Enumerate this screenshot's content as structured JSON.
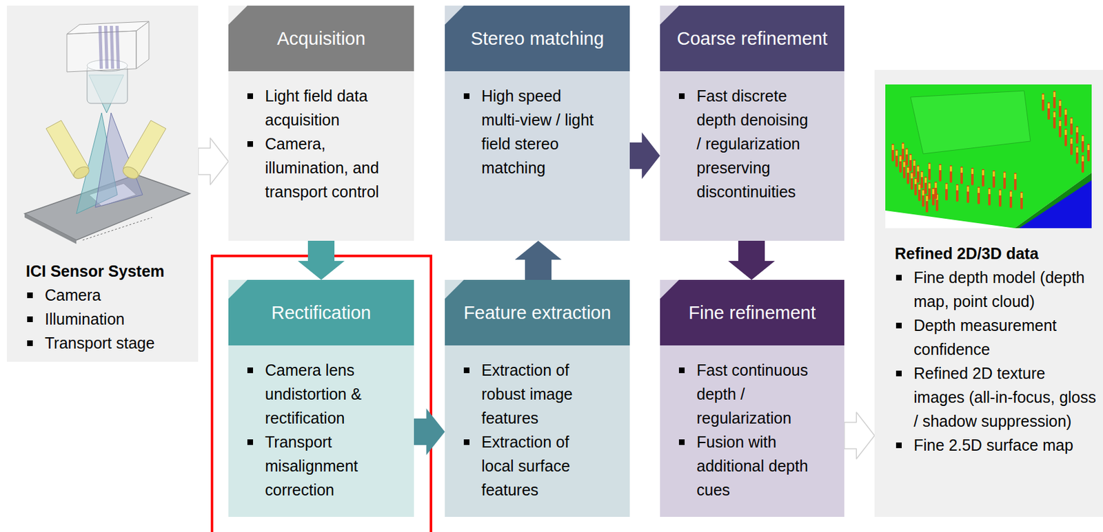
{
  "diagram": {
    "nodes": [
      {
        "text": [
          "ICI Sensor System",
          "Camera",
          "Illumination",
          "Transport stage"
        ]
      },
      {
        "text": [
          "Acquisition",
          "Light field data acquisition",
          "Camera, illumination, and transport control"
        ]
      },
      {
        "text": [
          "Stereo matching",
          "High speed multi-view / light field stereo matching"
        ]
      },
      {
        "text": [
          "Coarse refinement",
          "Fast discrete depth denoising / regularization preserving discontinuities"
        ]
      },
      {
        "text": [
          "Rectification",
          "Camera lens undistortion & rectification",
          "Transport misalignment correction"
        ]
      },
      {
        "text": [
          "Feature extraction",
          "Extraction of robust image features",
          "Extraction of local surface features"
        ]
      },
      {
        "text": [
          "Fine refinement",
          "Fast continuous depth / regularization",
          "Fusion with additional depth cues"
        ]
      },
      {
        "text": [
          "Refined 2D/3D data",
          "Fine depth model (depth map, point cloud)",
          "Depth measurement confidence",
          "Refined 2D texture images (all-in-focus, gloss / shadow suppression)",
          "Fine 2.5D surface map"
        ]
      }
    ],
    "edges": [
      {
        "from": 0,
        "to": 1,
        "arrow": "to"
      },
      {
        "from": 1,
        "to": 4,
        "arrow": "to"
      },
      {
        "from": 4,
        "to": 5,
        "arrow": "to"
      },
      {
        "from": 5,
        "to": 2,
        "arrow": "to"
      },
      {
        "from": 2,
        "to": 3,
        "arrow": "to"
      },
      {
        "from": 3,
        "to": 6,
        "arrow": "to"
      },
      {
        "from": 6,
        "to": 7,
        "arrow": "to"
      }
    ]
  }
}
